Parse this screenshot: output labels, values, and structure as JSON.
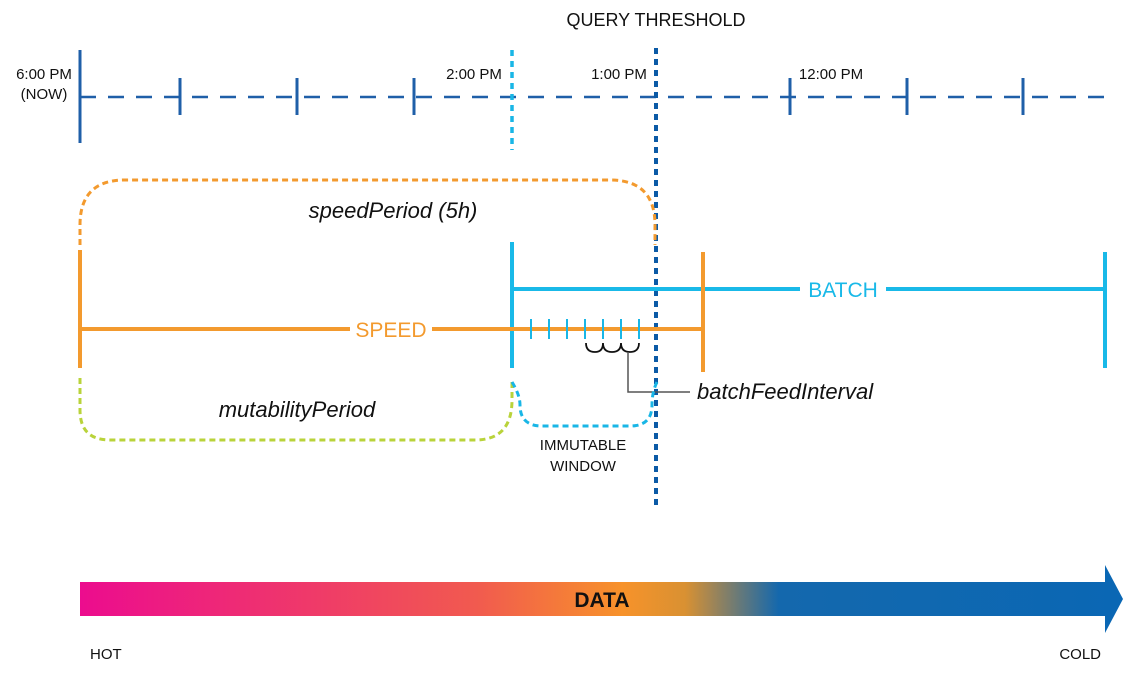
{
  "timeline": {
    "now_label_line1": "6:00 PM",
    "now_label_line2": "(NOW)",
    "label_2pm": "2:00 PM",
    "label_1pm": "1:00 PM",
    "label_12pm": "12:00 PM"
  },
  "query_threshold_label": "QUERY THRESHOLD",
  "speed_period_label": "speedPeriod (5h)",
  "mutability_period_label": "mutabilityPeriod",
  "speed_label": "SPEED",
  "batch_label": "BATCH",
  "batch_feed_interval_label": "batchFeedInterval",
  "immutable_window_line1": "IMMUTABLE",
  "immutable_window_line2": "WINDOW",
  "data_label": "DATA",
  "hot_label": "HOT",
  "cold_label": "COLD",
  "colors": {
    "timeline": "#1f5fa8",
    "query_threshold": "#0b5aa6",
    "immutable_marker": "#19b6e6",
    "speed": "#f39a2e",
    "batch": "#19b9e8",
    "mutability": "#b9d33a",
    "hot": "#ec0c8e",
    "warm": "#f7922a",
    "cold": "#0a67b4"
  }
}
